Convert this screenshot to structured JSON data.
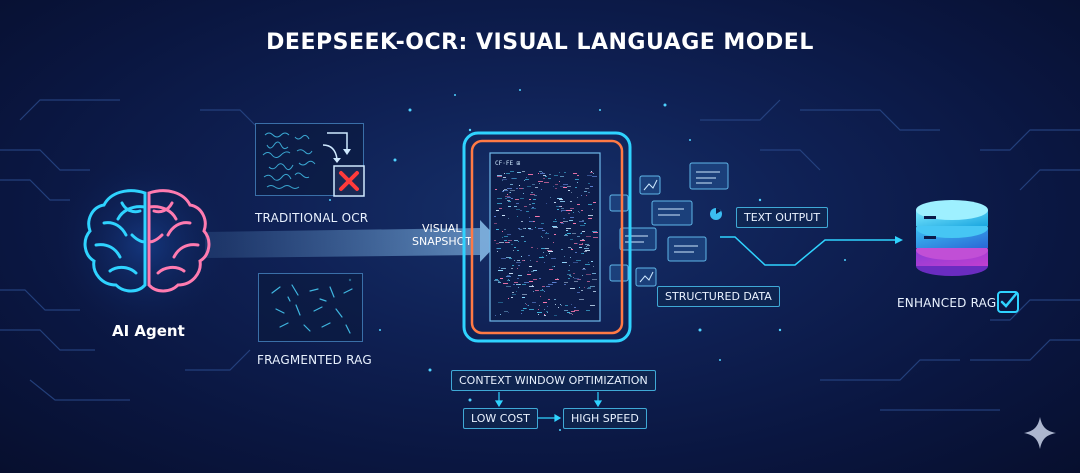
{
  "title": "DEEPSEEK-OCR: VISUAL LANGUAGE MODEL",
  "agent": {
    "label": "AI Agent"
  },
  "left_panels": {
    "traditional_ocr": "TRADITIONAL OCR",
    "fragmented_rag": "FRAGMENTED RAG"
  },
  "arrow_label": {
    "line1": "VISUAL",
    "line2": "SNAPSHOT"
  },
  "outputs": {
    "text_output": "TEXT OUTPUT",
    "structured_data": "STRUCTURED DATA",
    "enhanced_rag": "ENHANCED RAG"
  },
  "optimization": {
    "context_window": "CONTEXT WINDOW OPTIMIZATION",
    "low_cost": "LOW COST",
    "high_speed": "HIGH SPEED"
  },
  "colors": {
    "cyan": "#2fd3ff",
    "pink": "#ff7bb0",
    "orange": "#ff7a45",
    "purple": "#a34bd6",
    "background": "#0c1a48"
  },
  "icons": [
    "brain-icon",
    "reject-x-icon",
    "check-icon",
    "database-icon",
    "sparkle-icon",
    "document-icon",
    "chart-bubble-icon"
  ]
}
